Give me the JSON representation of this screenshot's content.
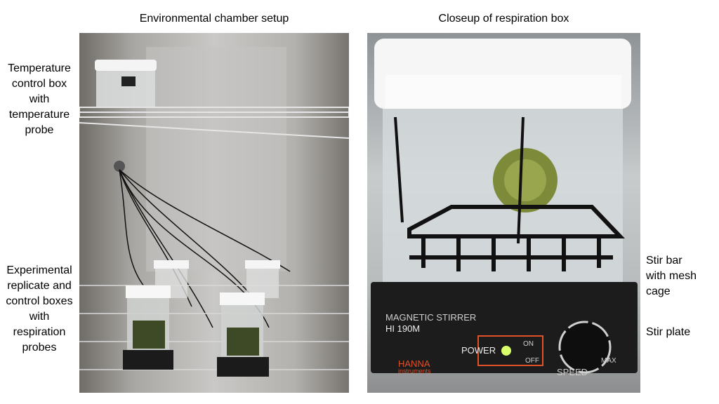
{
  "titles": {
    "left": "Environmental chamber setup",
    "right": "Closeup of respiration box"
  },
  "labels": {
    "temperature_box": [
      "Temperature",
      "control box",
      "with",
      "temperature",
      "probe"
    ],
    "experimental_boxes": [
      "Experimental",
      "replicate and",
      "control boxes",
      "with",
      "respiration",
      "probes"
    ],
    "stir_bar": [
      "Stir bar",
      "with mesh",
      "cage"
    ],
    "stir_plate": "Stir plate"
  },
  "stirrer": {
    "name": "MAGNETIC STIRRER",
    "model": "HI 190M",
    "power": "POWER",
    "on": "ON",
    "off": "OFF",
    "max": "MAX",
    "speed": "SPEED",
    "brand": "HANNA",
    "brand_sub": "instruments"
  },
  "colors": {
    "accent": "#e0512a",
    "led": "#d8ff6a"
  }
}
